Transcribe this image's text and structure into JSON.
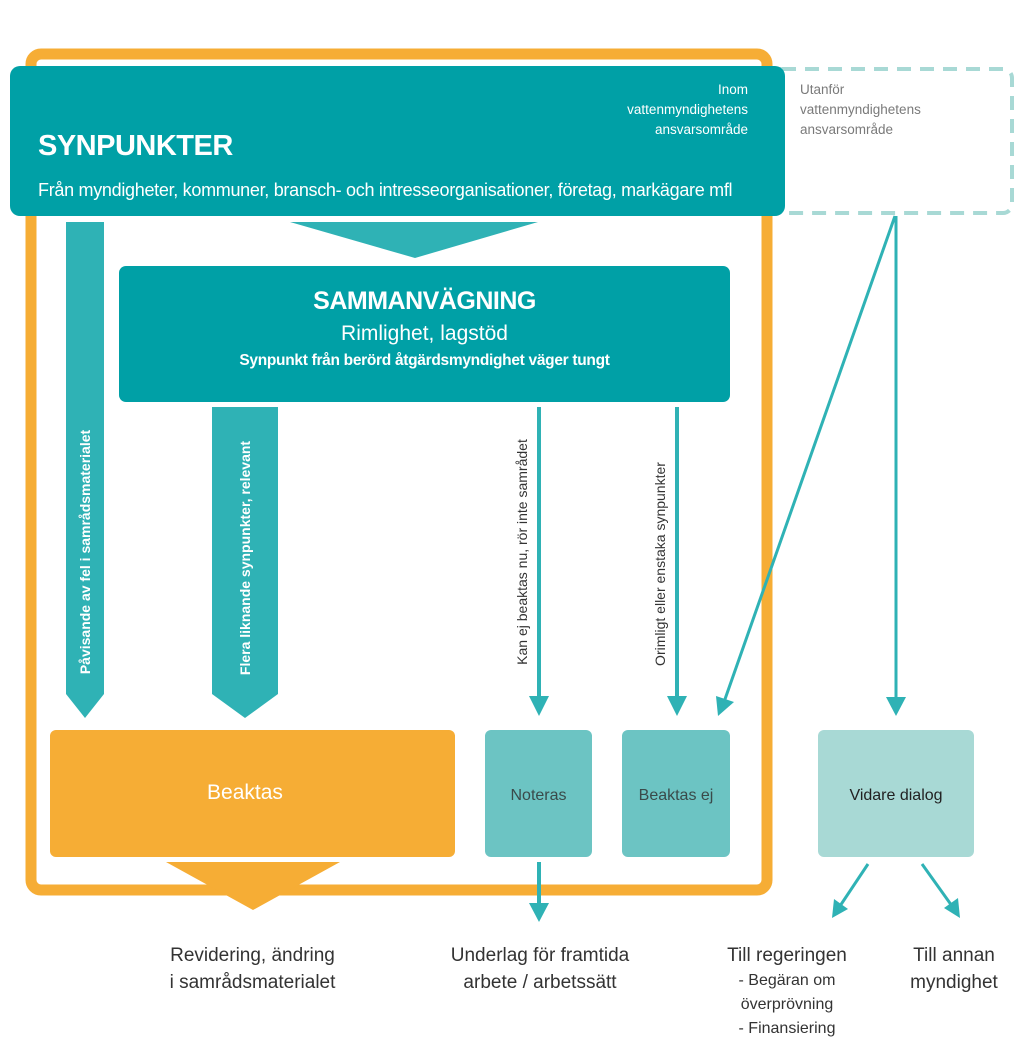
{
  "colors": {
    "teal": "#00a0a6",
    "teal_mid": "#2fb2b5",
    "teal_light": "#6cc4c3",
    "teal_pale": "#a8d9d5",
    "orange": "#f6ad35",
    "grey_text": "#7a7a7a",
    "dark_text": "#333333"
  },
  "header": {
    "title": "SYNPUNKTER",
    "subtitle": "Från myndigheter, kommuner, bransch- och intresseorganisationer, företag, markägare mfl",
    "inside_label": [
      "Inom",
      "vattenmyndighetens",
      "ansvarsområde"
    ],
    "outside_label": [
      "Utanför",
      "vattenmyndighetens",
      "ansvarsområde"
    ]
  },
  "weighing": {
    "title": "SAMMANVÄGNING",
    "line1": "Rimlighet, lagstöd",
    "line2": "Synpunkt från berörd åtgärdsmyndighet väger tungt"
  },
  "arrows": {
    "errors": "Påvisande av fel i samrådsmaterialet",
    "similar": "Flera liknande synpunkter, relevant",
    "cannot": "Kan ej beaktas nu, rör inte samrådet",
    "unreasonable": "Orimligt eller enstaka synpunkter"
  },
  "outcomes": {
    "beaktas": "Beaktas",
    "noteras": "Noteras",
    "beaktas_ej": "Beaktas ej",
    "vidare": "Vidare dialog"
  },
  "results": {
    "revision": [
      "Revidering, ändring",
      "i samrådsmaterialet"
    ],
    "basis": [
      "Underlag för framtida",
      "arbete / arbetssätt"
    ],
    "government": [
      "Till regeringen",
      "- Begäran om",
      "överprövning",
      "- Finansiering"
    ],
    "other_authority": [
      "Till annan",
      "myndighet"
    ]
  }
}
